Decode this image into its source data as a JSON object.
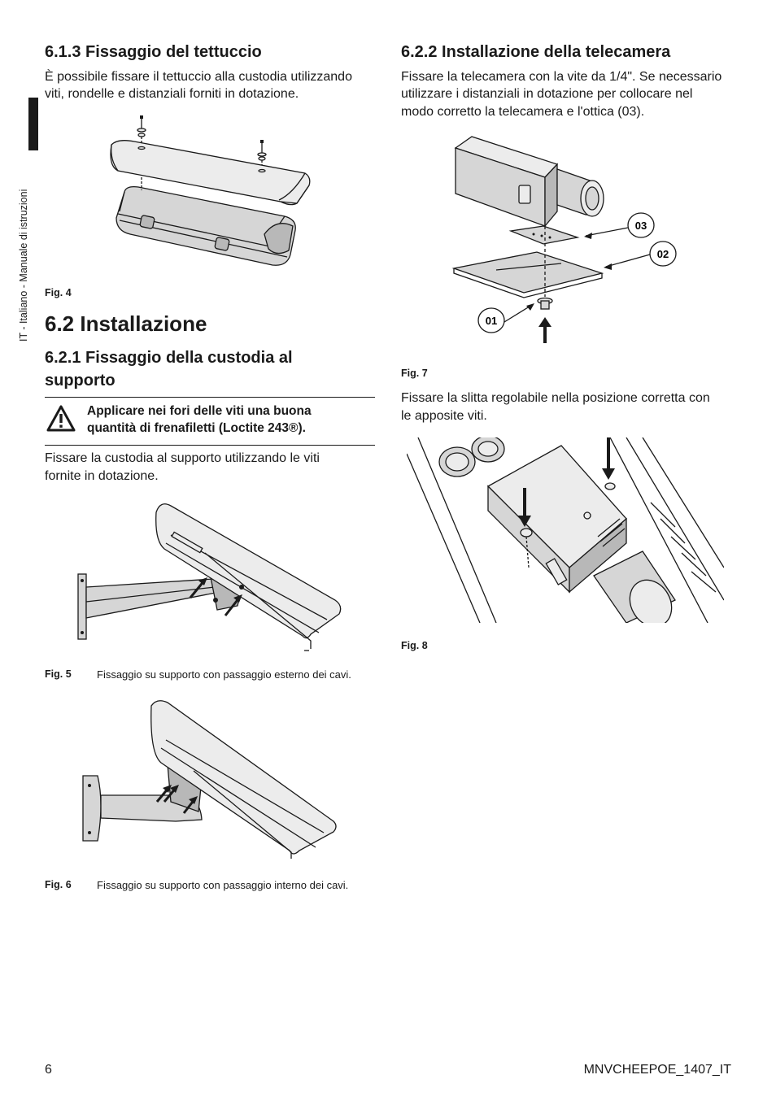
{
  "sidebar": {
    "text": "IT - Italiano - Manuale di istruzioni"
  },
  "left": {
    "s613": {
      "heading": "6.1.3 Fissaggio del tettuccio",
      "body_l1": "È possibile fissare il tettuccio alla custodia utilizzando",
      "body_l2": "viti, rondelle e distanziali forniti in dotazione."
    },
    "fig4": {
      "label": "Fig. 4"
    },
    "s62": {
      "heading": "6.2 Installazione"
    },
    "s621": {
      "heading_l1": "6.2.1 Fissaggio della custodia al",
      "heading_l2": "supporto",
      "warning_l1": "Applicare nei fori delle viti una buona",
      "warning_l2": "quantità di frenafiletti (Loctite 243®).",
      "body_l1": "Fissare la custodia al supporto utilizzando le viti",
      "body_l2": "fornite in dotazione."
    },
    "fig5": {
      "label": "Fig. 5",
      "caption": "Fissaggio su supporto con passaggio esterno dei cavi."
    },
    "fig6": {
      "label": "Fig. 6",
      "caption": "Fissaggio su supporto con passaggio interno dei cavi."
    }
  },
  "right": {
    "s622": {
      "heading": "6.2.2 Installazione della telecamera",
      "body_l1": "Fissare la telecamera con la vite da 1/4\". Se necessario",
      "body_l2": "utilizzare i distanziali in dotazione per collocare nel",
      "body_l3": "modo corretto la telecamera e l'ottica (03)."
    },
    "fig7": {
      "label": "Fig. 7",
      "callout_01": "01",
      "callout_02": "02",
      "callout_03": "03"
    },
    "slide": {
      "body_l1": "Fissare la slitta regolabile nella posizione corretta con",
      "body_l2": "le apposite viti."
    },
    "fig8": {
      "label": "Fig. 8"
    }
  },
  "footer": {
    "page_number": "6",
    "doc_code": "MNVCHEEPOE_1407_IT"
  }
}
